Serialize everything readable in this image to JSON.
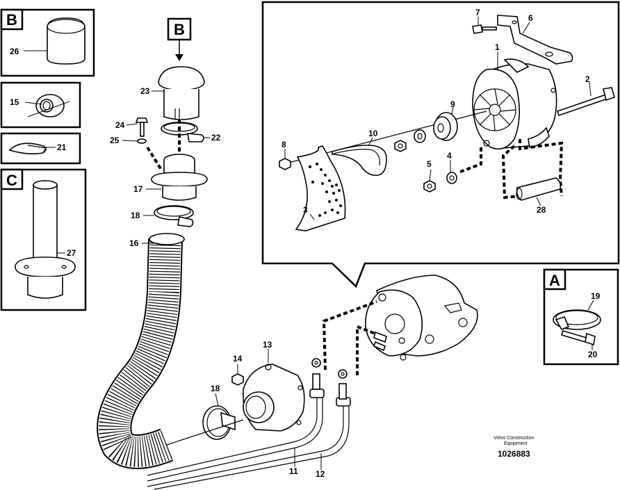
{
  "callouts": {
    "c1": "1",
    "c2": "2",
    "c3": "3",
    "c4": "4",
    "c5": "5",
    "c6": "6",
    "c7": "7",
    "c8": "8",
    "c9": "9",
    "c10": "10",
    "c11": "11",
    "c12": "12",
    "c13": "13",
    "c14": "14",
    "c15": "15",
    "c16": "16",
    "c17": "17",
    "c18a": "18",
    "c18b": "18",
    "c19": "19",
    "c20": "20",
    "c21": "21",
    "c22": "22",
    "c23": "23",
    "c24": "24",
    "c25": "25",
    "c26": "26",
    "c27": "27",
    "c28": "28"
  },
  "detail_labels": {
    "b_box": "B",
    "b_main": "B",
    "c_box": "C",
    "a_box": "A"
  },
  "footer": {
    "company_line1": "Volvo Construction",
    "company_line2": "Equipment",
    "reference": "1026883"
  }
}
